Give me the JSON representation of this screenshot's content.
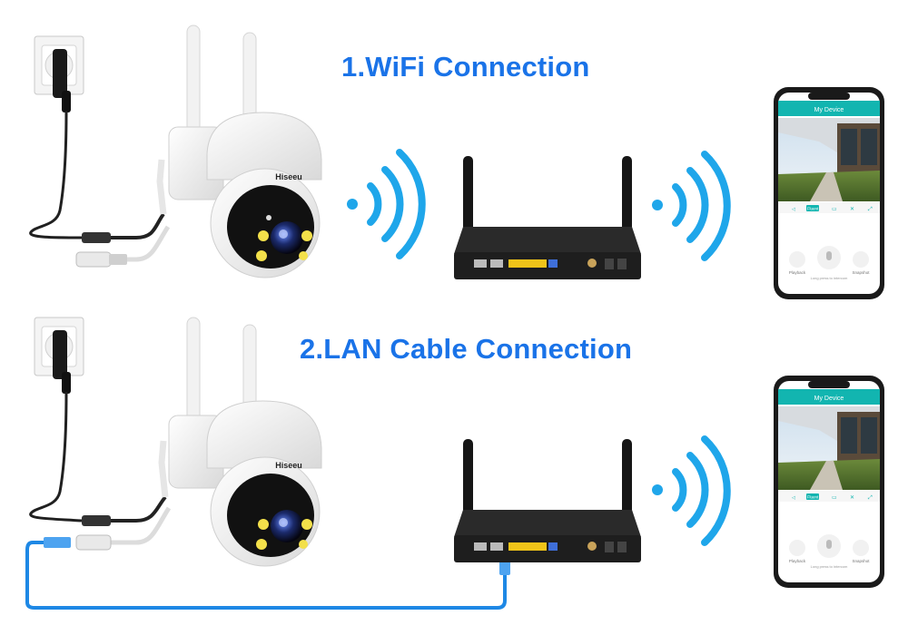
{
  "sections": [
    {
      "title": "1.WiFi Connection"
    },
    {
      "title": "2.LAN Cable Connection"
    }
  ],
  "camera": {
    "brand": "Hiseeu"
  },
  "phone": {
    "header": "My Device",
    "quality_badge": "Fluent",
    "buttons": [
      "Playback",
      "Snapshot"
    ],
    "hint": "Long press to intercom"
  },
  "colors": {
    "accent": "#1a73e8",
    "wifi": "#1fa6ea",
    "cable": "#1e88e5",
    "phone_header": "#12b5b0"
  }
}
